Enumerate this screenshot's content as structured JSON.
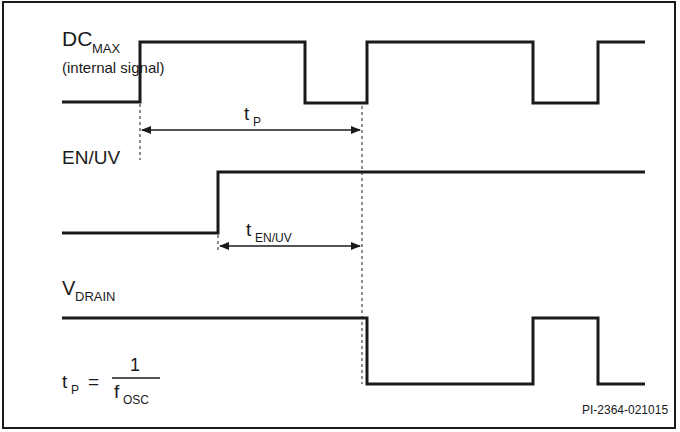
{
  "diagram": {
    "labels": [
      "DC",
      "MAX",
      "(internal signal)",
      "t",
      "P",
      "EN/UV",
      "t",
      "EN/UV",
      "V",
      "DRAIN",
      "t",
      "P",
      "=",
      "1",
      "f",
      "OSC",
      "PI-2364-021015"
    ]
  }
}
